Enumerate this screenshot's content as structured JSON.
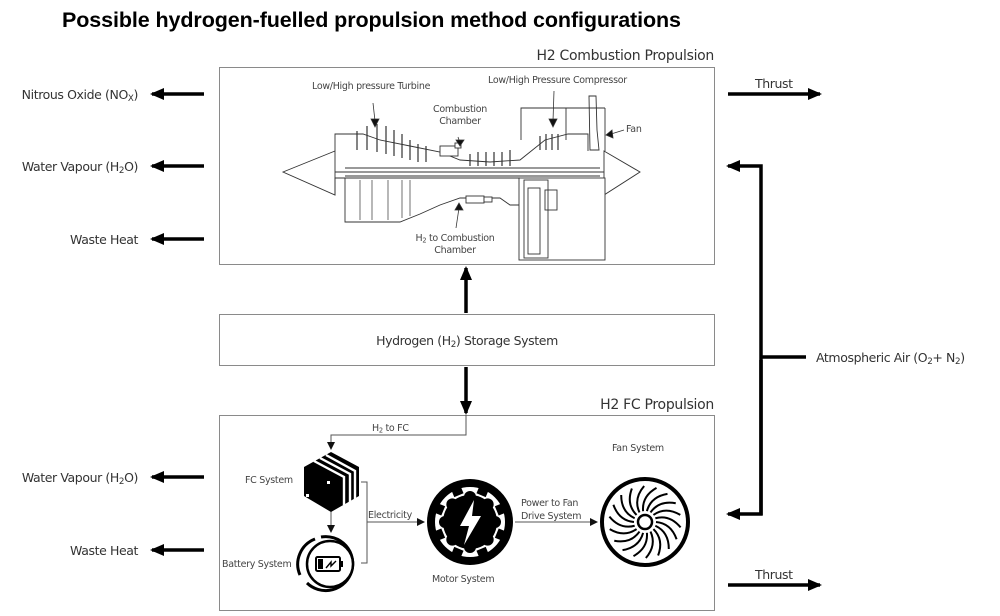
{
  "title": "Possible hydrogen-fuelled propulsion method configurations",
  "combustion_section": {
    "title": "H2 Combustion Propulsion",
    "components": {
      "turbine": "Low/High pressure Turbine",
      "chamber_line1": "Combustion",
      "chamber_line2": "Chamber",
      "compressor": "Low/High Pressure Compressor",
      "fan": "Fan",
      "h2_feed_prefix": "H",
      "h2_feed_sub": "2",
      "h2_feed_suffix": " to Combustion",
      "h2_feed_line2": "Chamber"
    },
    "outputs": [
      {
        "prefix": "Nitrous Oxide (NO",
        "sub": "X",
        "suffix": ")"
      },
      {
        "prefix": "Water Vapour (H",
        "sub": "2",
        "suffix": "O)"
      },
      {
        "prefix": "Waste Heat",
        "sub": "",
        "suffix": ""
      }
    ],
    "thrust": "Thrust"
  },
  "storage": {
    "prefix": "Hydrogen (H",
    "sub": "2",
    "suffix": ") Storage System"
  },
  "atmospheric_air": {
    "prefix": "Atmospheric Air (O",
    "sub1": "2",
    "mid": "+ N",
    "sub2": "2",
    "suffix": ")"
  },
  "fc_section": {
    "title": "H2 FC Propulsion",
    "h2_to_fc_prefix": "H",
    "h2_to_fc_sub": "2",
    "h2_to_fc_suffix": " to FC",
    "fc_system": "FC System",
    "battery_system": "Battery System",
    "electricity": "Electricity",
    "motor_system": "Motor System",
    "power_line1": "Power to Fan",
    "power_line2": "Drive System",
    "fan_system": "Fan System",
    "outputs": [
      {
        "prefix": "Water Vapour (H",
        "sub": "2",
        "suffix": "O)"
      },
      {
        "prefix": "Waste Heat",
        "sub": "",
        "suffix": ""
      }
    ],
    "thrust": "Thrust"
  }
}
